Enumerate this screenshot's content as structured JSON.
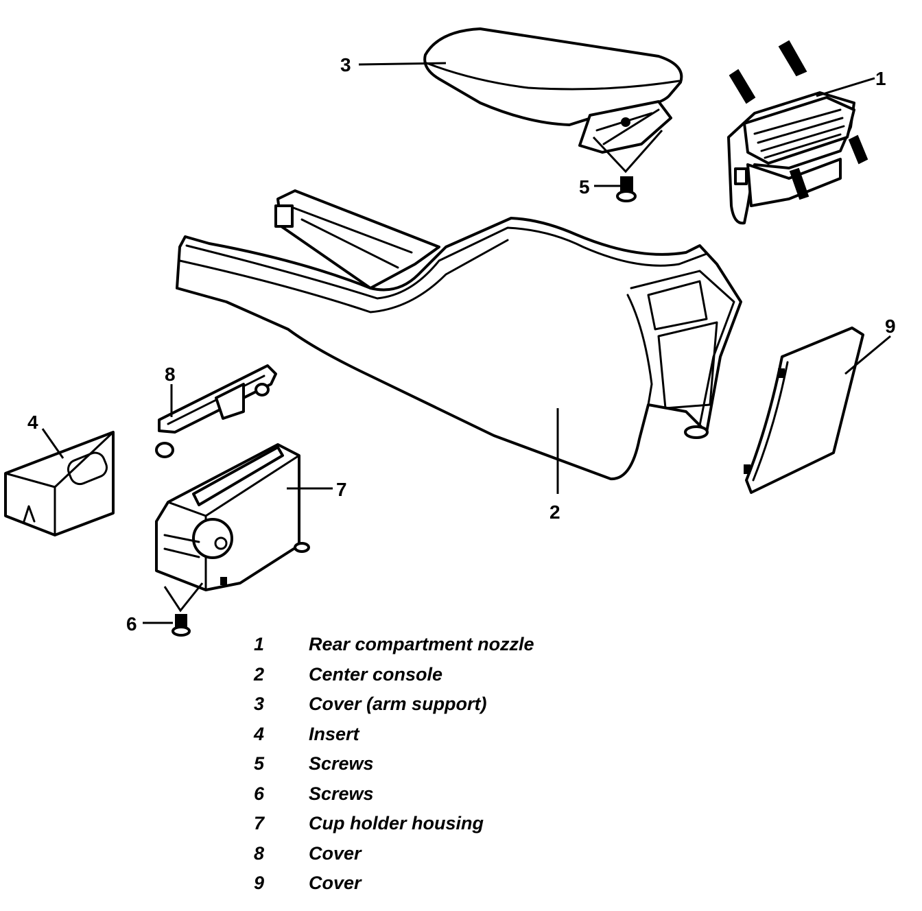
{
  "callouts": [
    "1",
    "2",
    "3",
    "4",
    "5",
    "6",
    "7",
    "8",
    "9"
  ],
  "legend": [
    {
      "num": "1",
      "desc": "Rear compartment nozzle"
    },
    {
      "num": "2",
      "desc": "Center console"
    },
    {
      "num": "3",
      "desc": "Cover (arm support)"
    },
    {
      "num": "4",
      "desc": "Insert"
    },
    {
      "num": "5",
      "desc": "Screws"
    },
    {
      "num": "6",
      "desc": "Screws"
    },
    {
      "num": "7",
      "desc": "Cup holder housing"
    },
    {
      "num": "8",
      "desc": "Cover"
    },
    {
      "num": "9",
      "desc": "Cover"
    }
  ]
}
